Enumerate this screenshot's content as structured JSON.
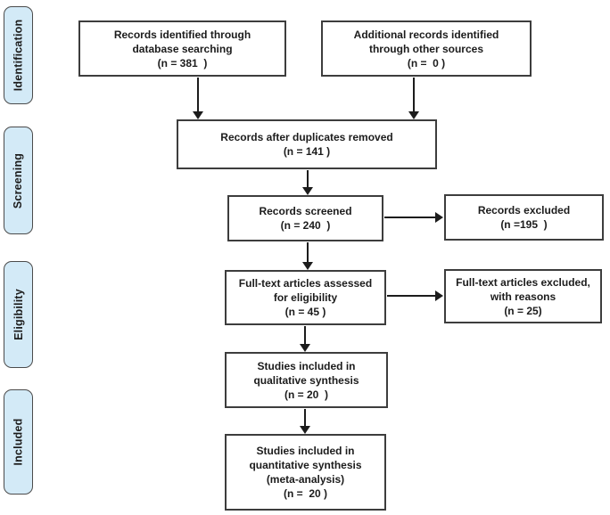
{
  "colors": {
    "stage_fill": "#d3eaf7",
    "stage_border": "#4b4b4b",
    "box_border": "#3d3d3d",
    "arrow": "#1c1c1c",
    "text": "#1c1c1c",
    "bg": "#ffffff"
  },
  "stages": [
    {
      "label": "Identification"
    },
    {
      "label": "Screening"
    },
    {
      "label": "Eligibility"
    },
    {
      "label": "Included"
    }
  ],
  "boxes": {
    "identified": {
      "lines": [
        "Records identified through",
        "database searching",
        "(n = 381  )"
      ]
    },
    "additional": {
      "lines": [
        "Additional records identified",
        "through other sources",
        "(n =  0 )"
      ]
    },
    "duplicates_removed": {
      "lines": [
        "Records after duplicates removed",
        "(n = 141 )"
      ]
    },
    "screened": {
      "lines": [
        "Records screened",
        "(n = 240  )"
      ]
    },
    "excluded": {
      "lines": [
        "Records excluded",
        "(n =195  )"
      ]
    },
    "fulltext_assessed": {
      "lines": [
        "Full-text articles assessed",
        "for eligibility",
        "(n = 45 )"
      ]
    },
    "fulltext_excluded": {
      "lines": [
        "Full-text articles excluded,",
        "with reasons",
        "(n = 25)"
      ]
    },
    "qualitative": {
      "lines": [
        "Studies included in",
        "qualitative synthesis",
        "(n = 20  )"
      ]
    },
    "quantitative": {
      "lines": [
        "Studies included in",
        "quantitative synthesis",
        "(meta-analysis)",
        "(n =  20 )"
      ]
    }
  }
}
